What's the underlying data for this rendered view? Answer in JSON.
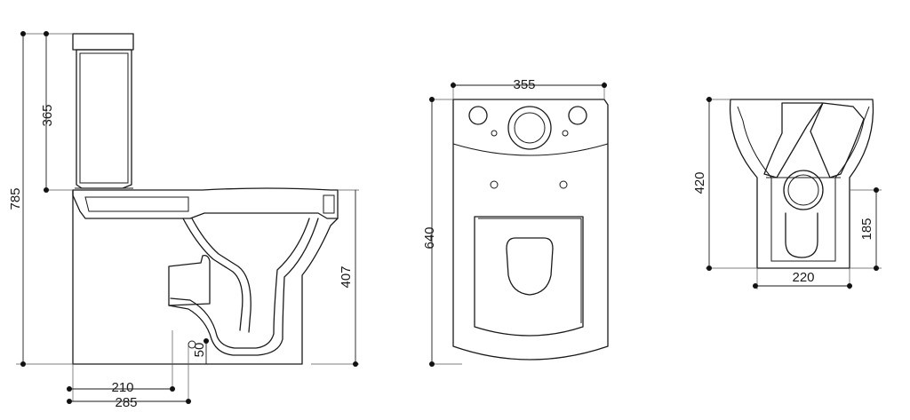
{
  "dimensions": {
    "side_total_height": "785",
    "side_cistern_height": "365",
    "side_bowl_height": "407",
    "side_outlet_height": "50",
    "side_outlet_distance": "210",
    "side_outlet_distance_total": "285",
    "top_width": "355",
    "top_length": "640",
    "front_height": "420",
    "front_inlet_height": "185",
    "front_base_width": "220"
  }
}
